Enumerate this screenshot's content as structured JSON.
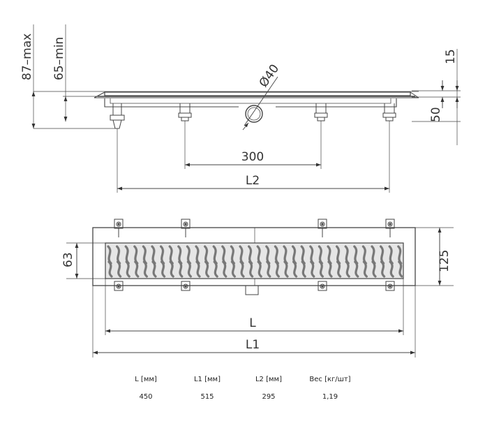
{
  "side_view": {
    "dim_87_max": "87–max",
    "dim_65_min": "65–min",
    "dim_15": "15",
    "dim_50": "50",
    "dim_diameter": "Ø40",
    "dim_300": "300",
    "dim_L2": "L2"
  },
  "top_view": {
    "dim_63": "63",
    "dim_125": "125",
    "dim_L": "L",
    "dim_L1": "L1"
  },
  "table": {
    "headers": [
      "L [мм]",
      "L1 [мм]",
      "L2 [мм]",
      "Вес [кг/шт]"
    ],
    "values": [
      "450",
      "515",
      "295",
      "1,19"
    ]
  }
}
